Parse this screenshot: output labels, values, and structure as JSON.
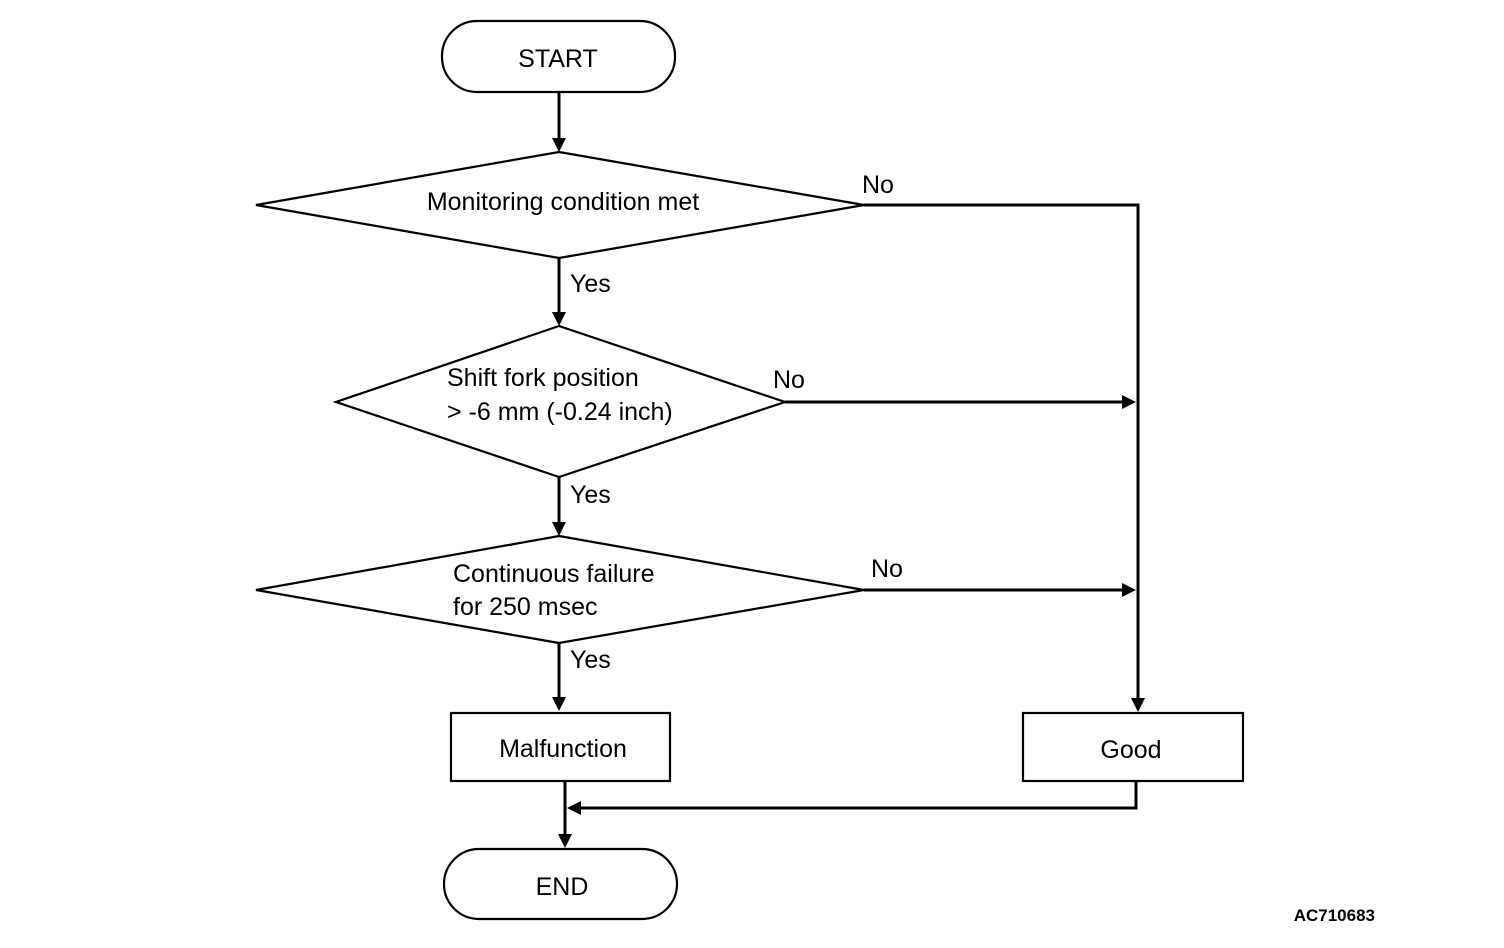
{
  "nodes": {
    "start": "START",
    "condition_monitoring": "Monitoring condition met",
    "condition_shift_fork": {
      "line1": "Shift fork position",
      "line2": "> -6 mm (-0.24 inch)"
    },
    "condition_continuous": {
      "line1": "Continuous failure",
      "line2": "for 250 msec"
    },
    "malfunction": "Malfunction",
    "good": "Good",
    "end": "END"
  },
  "branch_labels": {
    "yes": "Yes",
    "no": "No"
  },
  "figure_code": "AC710683"
}
